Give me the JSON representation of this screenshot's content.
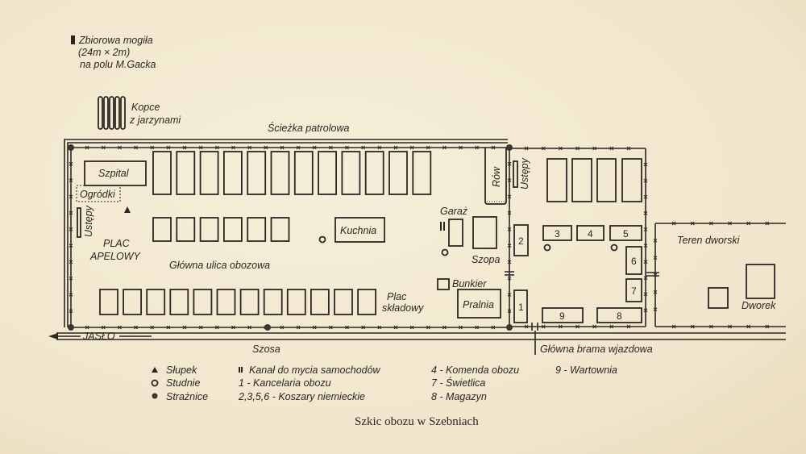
{
  "grave": {
    "title": "Zbiorowa mogiła",
    "size": "(24m × 2m)",
    "location": "na polu M.Gacka"
  },
  "mounds": {
    "line1": "Kopce",
    "line2": "z jarzynami"
  },
  "labels": {
    "patrol_path": "Ścieżka patrolowa",
    "hospital": "Szpital",
    "gardens": "Ogródki",
    "latrines": "Ustępy",
    "roll_call_1": "PLAC",
    "roll_call_2": "APELOWY",
    "main_street": "Główna ulica obozowa",
    "kitchen": "Kuchnia",
    "garage": "Garaż",
    "shed": "Szopa",
    "bunker": "Bunkier",
    "laundry": "Pralnia",
    "storage_1": "Plac",
    "storage_2": "składowy",
    "ditch": "Rów",
    "manor_area": "Teren dworski",
    "manor": "Dworek",
    "road": "Szosa",
    "jaslo": "JASŁO",
    "main_gate": "Główna brama wjazdowa"
  },
  "numbers": {
    "b1": "1",
    "b2": "2",
    "b3": "3",
    "b4": "4",
    "b5": "5",
    "b6": "6",
    "b7": "7",
    "b8": "8",
    "b9": "9"
  },
  "legend": {
    "col1": [
      "Słupek",
      "Studnie",
      "Strażnice"
    ],
    "col2": [
      "Kanał do mycia samochodów",
      "1 - Kancelaria obozu",
      "2,3,5,6 - Koszary niemieckie"
    ],
    "col3": [
      "4 - Komenda obozu",
      "7 - Świetlica",
      "8 - Magazyn"
    ],
    "col4": [
      "9 - Wartownia"
    ]
  },
  "caption": "Szkic obozu w Szebniach"
}
